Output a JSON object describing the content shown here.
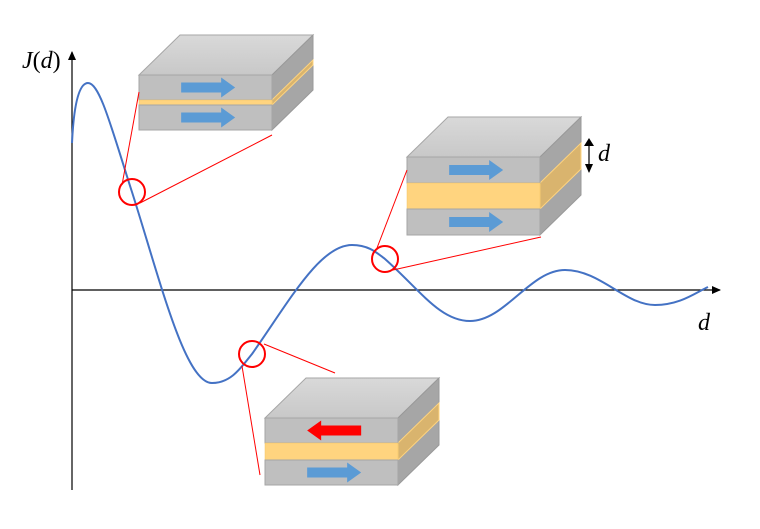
{
  "labels": {
    "y_axis_func": "J",
    "y_axis_open": "(",
    "y_axis_var": "d",
    "y_axis_close": ")",
    "x_axis": "d",
    "thickness": "d"
  },
  "colors": {
    "curve": "#4472C4",
    "highlight": "#FF0000",
    "magnet": "#BFBFBF",
    "spacer": "#FFD47F",
    "arrow_parallel": "#5B9BD5",
    "arrow_antiparallel": "#FF0000"
  },
  "blocks": [
    {
      "name": "thin-spacer-parallel",
      "top_moment": "right",
      "bottom_moment": "right"
    },
    {
      "name": "thick-spacer-parallel",
      "top_moment": "right",
      "bottom_moment": "right"
    },
    {
      "name": "medium-spacer-antiparallel",
      "top_moment": "left",
      "bottom_moment": "right"
    }
  ]
}
